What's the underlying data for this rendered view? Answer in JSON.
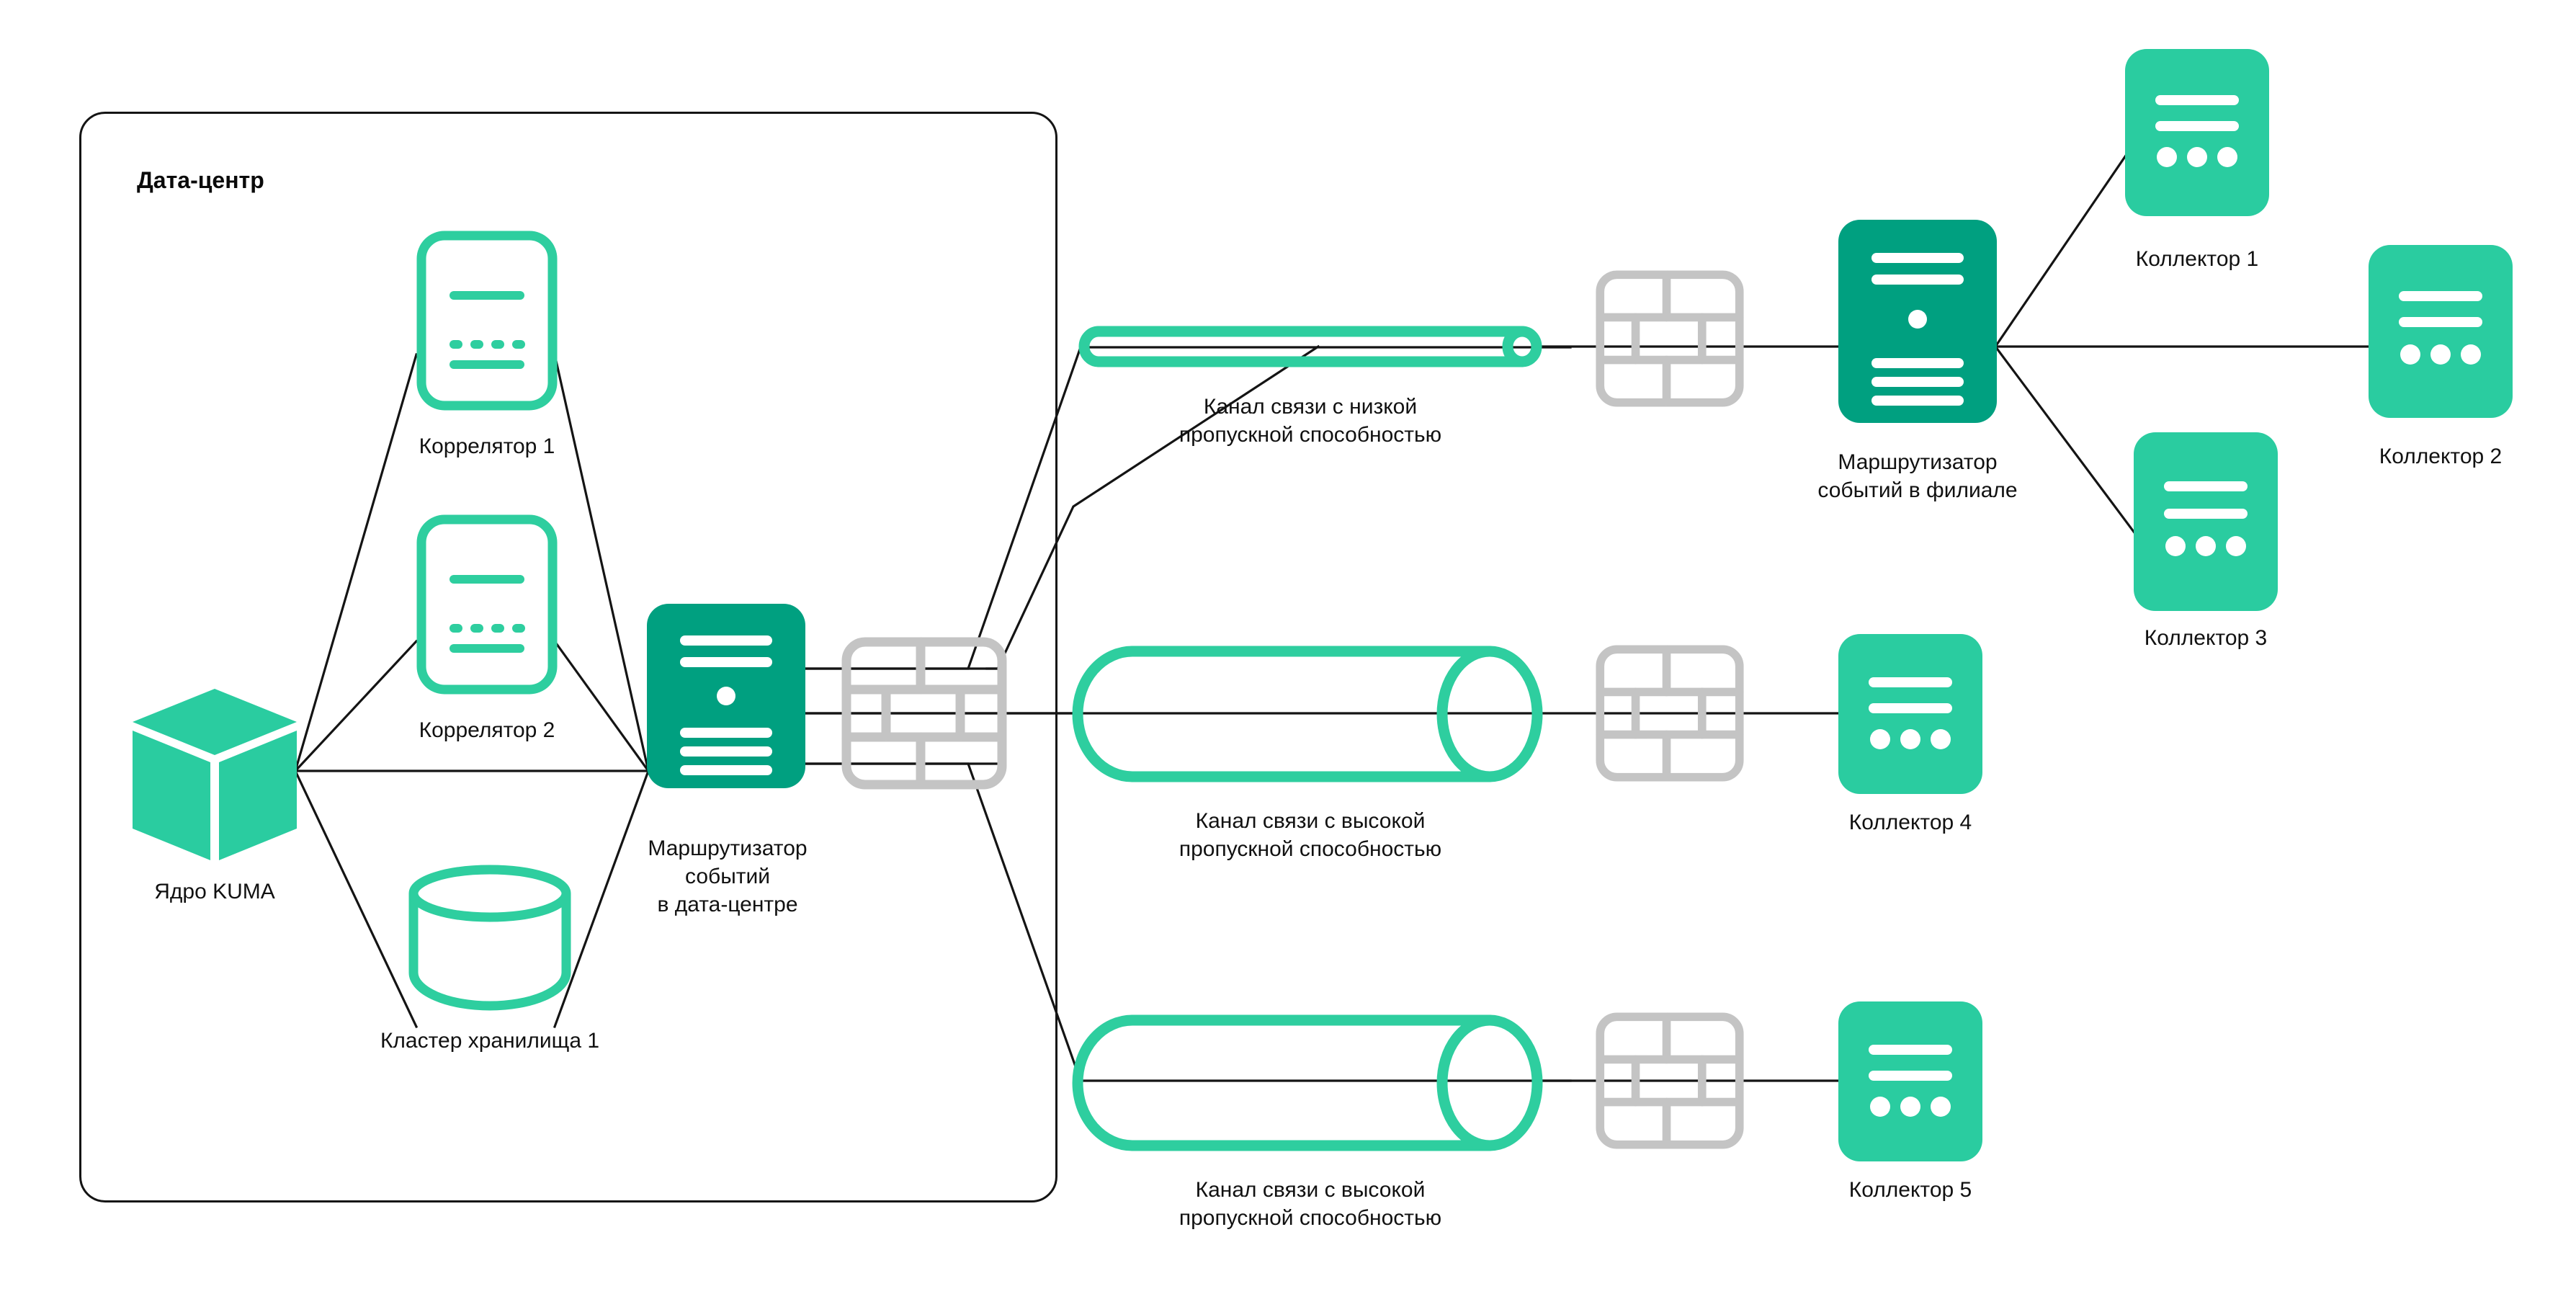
{
  "diagram": {
    "title": "KUMA distributed installation with event routers",
    "colors": {
      "mint": "#2ECE9F",
      "mint_fill": "#2ACCA0",
      "dark_teal": "#00A080",
      "firewall_gray": "#C4C4C4",
      "line": "#141414",
      "text": "#111111",
      "background": "#FFFFFF"
    }
  },
  "datacenter": {
    "title": "Дата-центр"
  },
  "nodes": {
    "kuma_core": {
      "label": "Ядро KUMA",
      "icon": "cube-icon"
    },
    "correlator_1": {
      "label": "Коррелятор 1",
      "icon": "correlator-icon"
    },
    "correlator_2": {
      "label": "Коррелятор 2",
      "icon": "correlator-icon"
    },
    "storage_cluster_1": {
      "label": "Кластер хранилища 1",
      "icon": "database-cylinder-icon"
    },
    "dc_router": {
      "label": "Маршрутизатор\nсобытий\nв дата-центре",
      "icon": "router-icon"
    },
    "branch_router": {
      "label": "Маршрутизатор\nсобытий в филиале",
      "icon": "router-icon"
    },
    "collector_1": {
      "label": "Коллектор 1",
      "icon": "collector-icon"
    },
    "collector_2": {
      "label": "Коллектор 2",
      "icon": "collector-icon"
    },
    "collector_3": {
      "label": "Коллектор 3",
      "icon": "collector-icon"
    },
    "collector_4": {
      "label": "Коллектор 4",
      "icon": "collector-icon"
    },
    "collector_5": {
      "label": "Коллектор 5",
      "icon": "collector-icon"
    }
  },
  "firewalls": {
    "dc_firewall": {
      "icon": "firewall-brick-icon"
    },
    "branch_firewall": {
      "icon": "firewall-brick-icon"
    },
    "collector4_firewall": {
      "icon": "firewall-brick-icon"
    },
    "collector5_firewall": {
      "icon": "firewall-brick-icon"
    }
  },
  "channels": {
    "low_bandwidth": {
      "label": "Канал связи с низкой\nпропускной способностью",
      "icon": "thin-pipe-icon"
    },
    "high_bandwidth_mid": {
      "label": "Канал связи с высокой\nпропускной способностью",
      "icon": "wide-pipe-icon"
    },
    "high_bandwidth_bottom": {
      "label": "Канал связи с высокой\nпропускной способностью",
      "icon": "wide-pipe-icon"
    }
  }
}
